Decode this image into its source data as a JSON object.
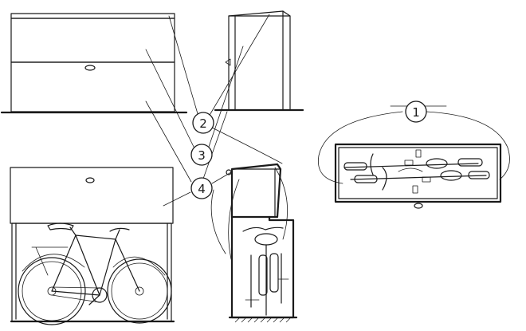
{
  "callouts": [
    {
      "id": "1",
      "label": "1"
    },
    {
      "id": "2",
      "label": "2"
    },
    {
      "id": "3",
      "label": "3"
    },
    {
      "id": "4",
      "label": "4"
    }
  ],
  "colors": {
    "ink": "#1a1a1a",
    "paper": "#ffffff"
  }
}
